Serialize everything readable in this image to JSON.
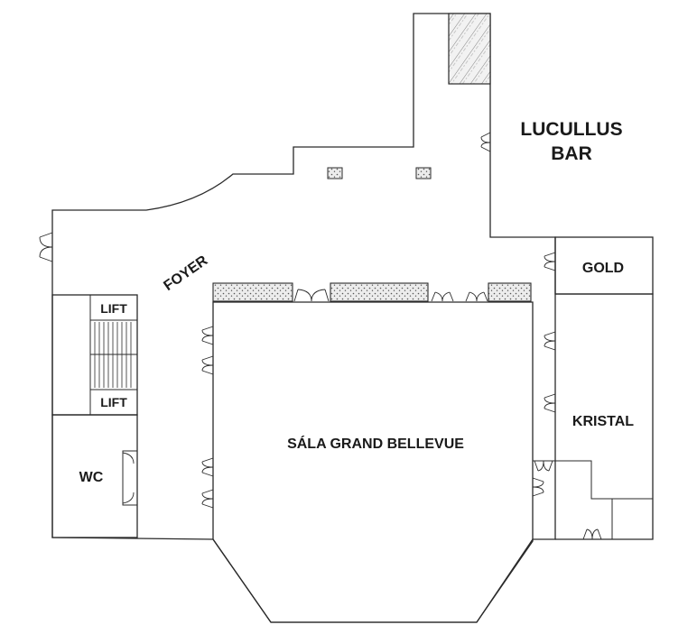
{
  "rooms": {
    "lucullus": [
      "LUCULLUS",
      "BAR"
    ],
    "gold": "GOLD",
    "kristal": "KRISTAL",
    "foyer": "FOYER",
    "sala": "SÁLA GRAND BELLEVUE",
    "lift_top": "LIFT",
    "lift_bottom": "LIFT",
    "wc": "WC"
  },
  "colors": {
    "wall": "#2a2a2a",
    "text": "#1a1a1a",
    "fill_pattern": "#e2e2e2"
  }
}
